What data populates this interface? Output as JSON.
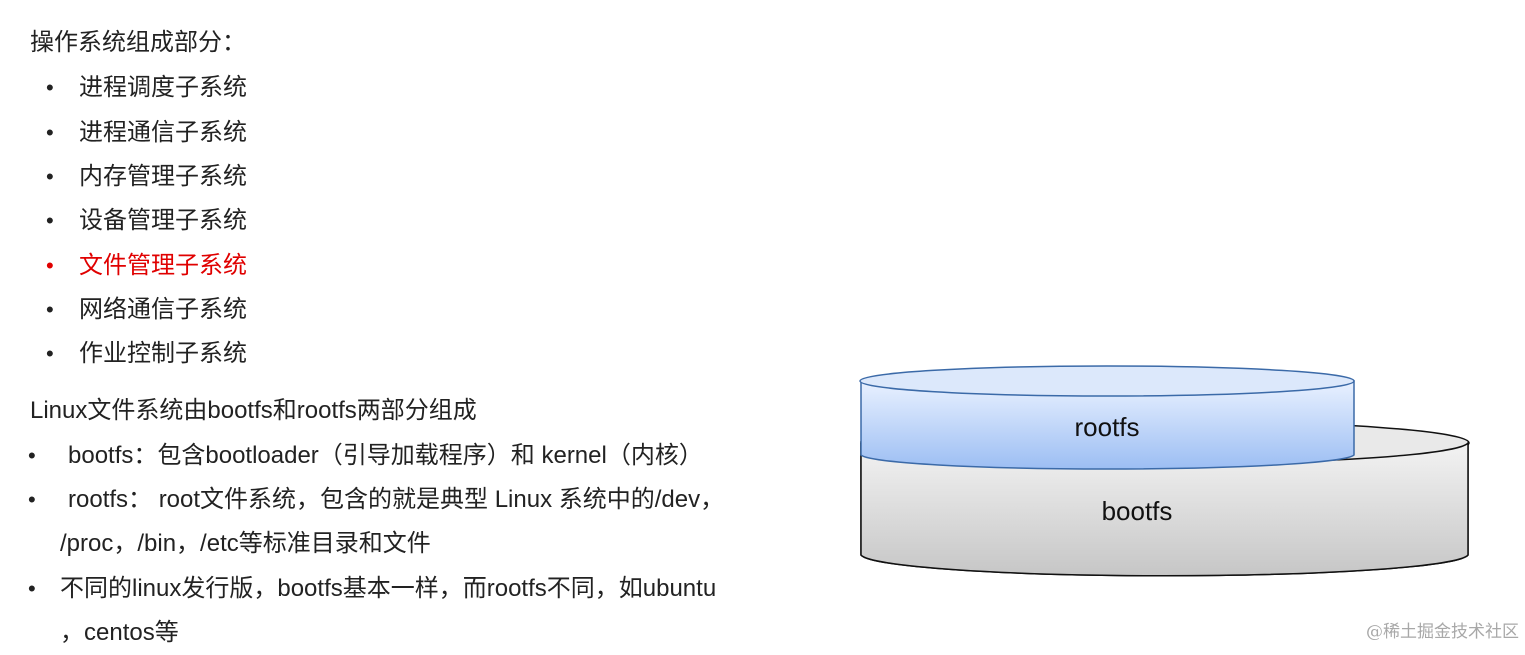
{
  "heading": "操作系统组成部分：",
  "subsystems": [
    {
      "label": "进程调度子系统",
      "highlight": false
    },
    {
      "label": "进程通信子系统",
      "highlight": false
    },
    {
      "label": "内存管理子系统",
      "highlight": false
    },
    {
      "label": "设备管理子系统",
      "highlight": false
    },
    {
      "label": "文件管理子系统",
      "highlight": true
    },
    {
      "label": "网络通信子系统",
      "highlight": false
    },
    {
      "label": "作业控制子系统",
      "highlight": false
    }
  ],
  "fs_intro": "Linux文件系统由bootfs和rootfs两部分组成",
  "fs_points": [
    {
      "lines": [
        "bootfs：包含bootloader（引导加载程序）和 kernel（内核）"
      ]
    },
    {
      "lines": [
        "rootfs： root文件系统，包含的就是典型 Linux 系统中的/dev，",
        "/proc，/bin，/etc等标准目录和文件"
      ]
    },
    {
      "lines": [
        "不同的linux发行版，bootfs基本一样，而rootfs不同，如ubuntu",
        "，centos等"
      ]
    }
  ],
  "diagram": {
    "top_layer": "rootfs",
    "bottom_layer": "bootfs",
    "colors": {
      "rootfs_light": "#e9f1ff",
      "rootfs_dark": "#9cbef3",
      "bootfs_light": "#f3f3f3",
      "bootfs_dark": "#c6c6c6",
      "outline": "#111111",
      "rootfs_outline": "#3b6aa8"
    }
  },
  "watermark": "@稀土掘金技术社区"
}
